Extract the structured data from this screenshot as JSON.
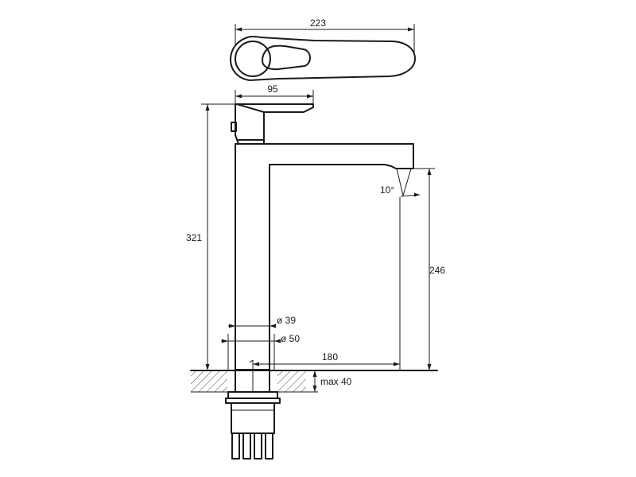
{
  "dimensions": {
    "handle_length": "223",
    "handle_width": "95",
    "total_height": "321",
    "spout_height": "246",
    "spout_angle": "10°",
    "body_diameter": "ø 39",
    "base_diameter": "ø 50",
    "spout_reach": "180",
    "max_thickness": "max 40"
  },
  "colors": {
    "line": "#1a1a1a",
    "background": "#ffffff"
  }
}
